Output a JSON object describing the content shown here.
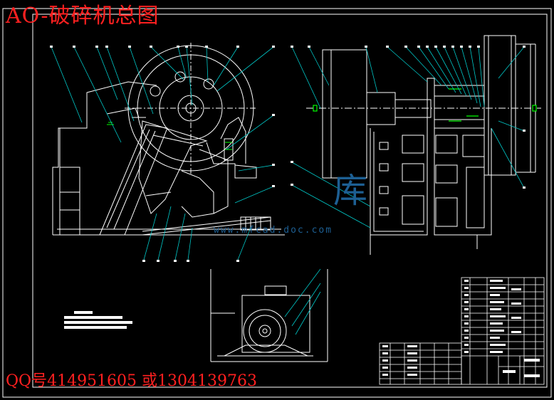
{
  "drawing": {
    "title": "AO-破碎机总图",
    "contact": "QQ号414951605  或1304139763"
  },
  "watermark": {
    "hanzi": "库",
    "text": "www.mfcad.doc.com"
  },
  "colors": {
    "background": "#000000",
    "line": "#ffffff",
    "leader": "#00c8c8",
    "hatch": "#00ff00",
    "overlay_text": "#ff2020",
    "watermark": "#1d5f93"
  }
}
